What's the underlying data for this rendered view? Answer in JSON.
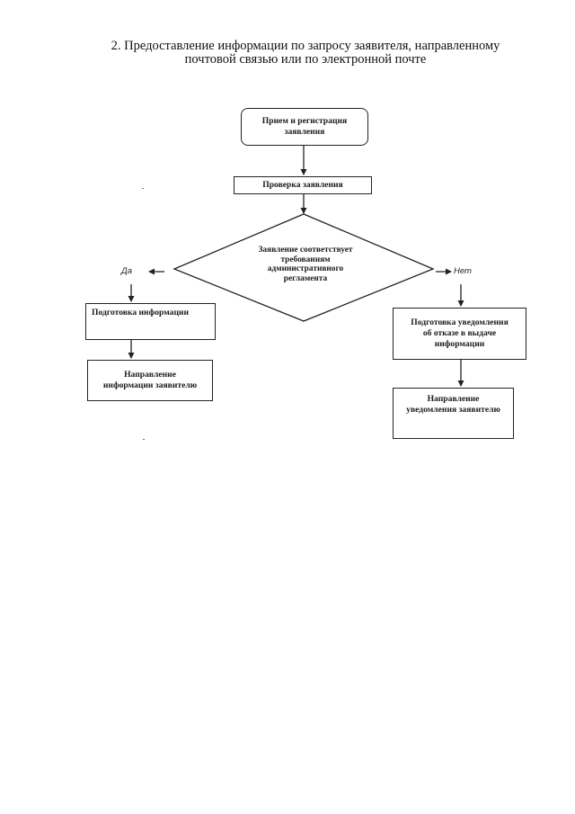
{
  "title": {
    "line1": "2. Предоставление информации по запросу заявителя, направленному",
    "line2": "почтовой связью или по электронной почте"
  },
  "nodes": {
    "receipt": [
      "Прием и регистрация",
      "заявления"
    ],
    "check": [
      "Проверка заявления"
    ],
    "decision": [
      "Заявление соответствует",
      "требованиям",
      "административного",
      "регламента"
    ],
    "prep_info": [
      "Подготовка информации"
    ],
    "send_info": [
      "Направление",
      "информации заявителю"
    ],
    "prep_notice": [
      "Подготовка уведомления",
      "об отказе в выдаче",
      "информации"
    ],
    "send_notice": [
      "Направление",
      "уведомления  заявителю"
    ]
  },
  "branches": {
    "yes": "Да",
    "no": "Нет"
  }
}
